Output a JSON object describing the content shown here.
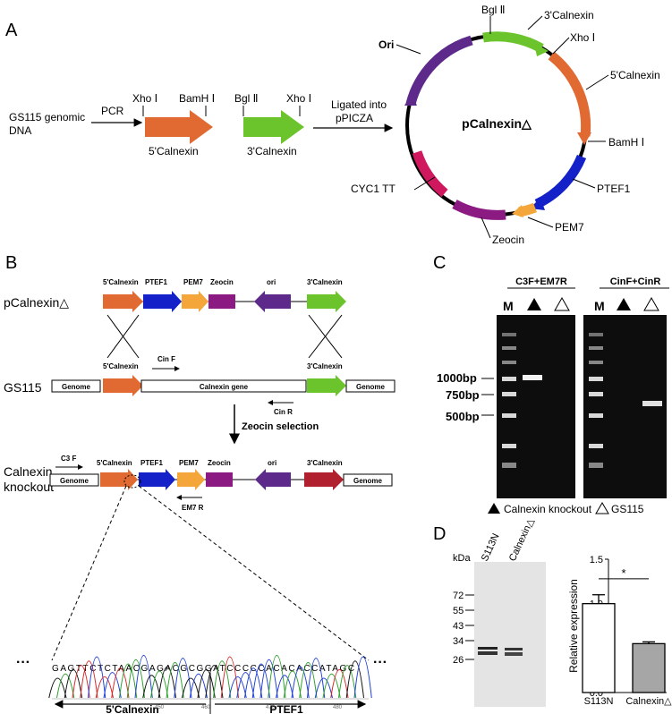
{
  "panel_a": {
    "label": "A",
    "source_line1": "GS115 genomic",
    "source_line2": "DNA",
    "pcr": "PCR",
    "xho1": "Xho Ⅰ",
    "bamh1": "BamH Ⅰ",
    "bgl2": "Bgl Ⅱ",
    "xho1_b": "Xho Ⅰ",
    "frag1": "5'Calnexin",
    "frag2": "3'Calnexin",
    "ligate_line1": "Ligated into",
    "ligate_line2": "pPICZA",
    "plasmid_name": "pCalnexin△",
    "plasmid_labels": {
      "bgl2": "Bgl Ⅱ",
      "calnexin3": "3'Calnexin",
      "xho1": "Xho Ⅰ",
      "calnexin5": "5'Calnexin",
      "bamh1": "BamH Ⅰ",
      "ptef1": "PTEF1",
      "pem7": "PEM7",
      "zeocin": "Zeocin",
      "cyc1": "CYC1 TT",
      "ori": "Ori"
    }
  },
  "panel_b": {
    "label": "B",
    "row1_name": "pCalnexin△",
    "row2_name": "GS115",
    "row3_name_line1": "Calnexin",
    "row3_name_line2": "knockout",
    "seg_5calnexin": "5'Calnexin",
    "seg_ptef1": "PTEF1",
    "seg_pem7": "PEM7",
    "seg_zeocin": "Zeocin",
    "seg_ori": "ori",
    "seg_3calnexin": "3'Calnexin",
    "genome": "Genome",
    "calnexin_gene": "Calnexin gene",
    "cinf": "Cin F",
    "cinr": "Cin R",
    "c3f": "C3 F",
    "em7r": "EM7 R",
    "selection": "Zeocin selection",
    "sequence": "GAGTTCTCTAACGAGACGCGGATCCCCCACACACCATAGC",
    "ticks": [
      "450",
      "460",
      "470",
      "480"
    ],
    "ellipsis": "···",
    "junction_left": "5'Calnexin",
    "junction_right": "PTEF1"
  },
  "panel_c": {
    "label": "C",
    "group1": "C3F+EM7R",
    "group2": "CinF+CinR",
    "marker": "M",
    "ladder": [
      "1000bp",
      "750bp",
      "500bp"
    ],
    "legend_knockout": "Calnexin knockout",
    "legend_gs115": "GS115"
  },
  "panel_d": {
    "label": "D",
    "kda": "kDa",
    "lane1": "S113N",
    "lane2": "Calnexin△",
    "mw": [
      "72",
      "55",
      "43",
      "34",
      "26"
    ],
    "sig": "*",
    "chart_data": {
      "type": "bar",
      "categories": [
        "S113N",
        "Calnexin△"
      ],
      "values": [
        1.0,
        0.55
      ],
      "errors": [
        0.1,
        0.02
      ],
      "ylabel": "Relative expression",
      "ylim": [
        0,
        1.5
      ],
      "yticks": [
        "0.0",
        "0.5",
        "1.0",
        "1.5"
      ],
      "colors": [
        "#ffffff",
        "#a6a6a6"
      ]
    }
  }
}
